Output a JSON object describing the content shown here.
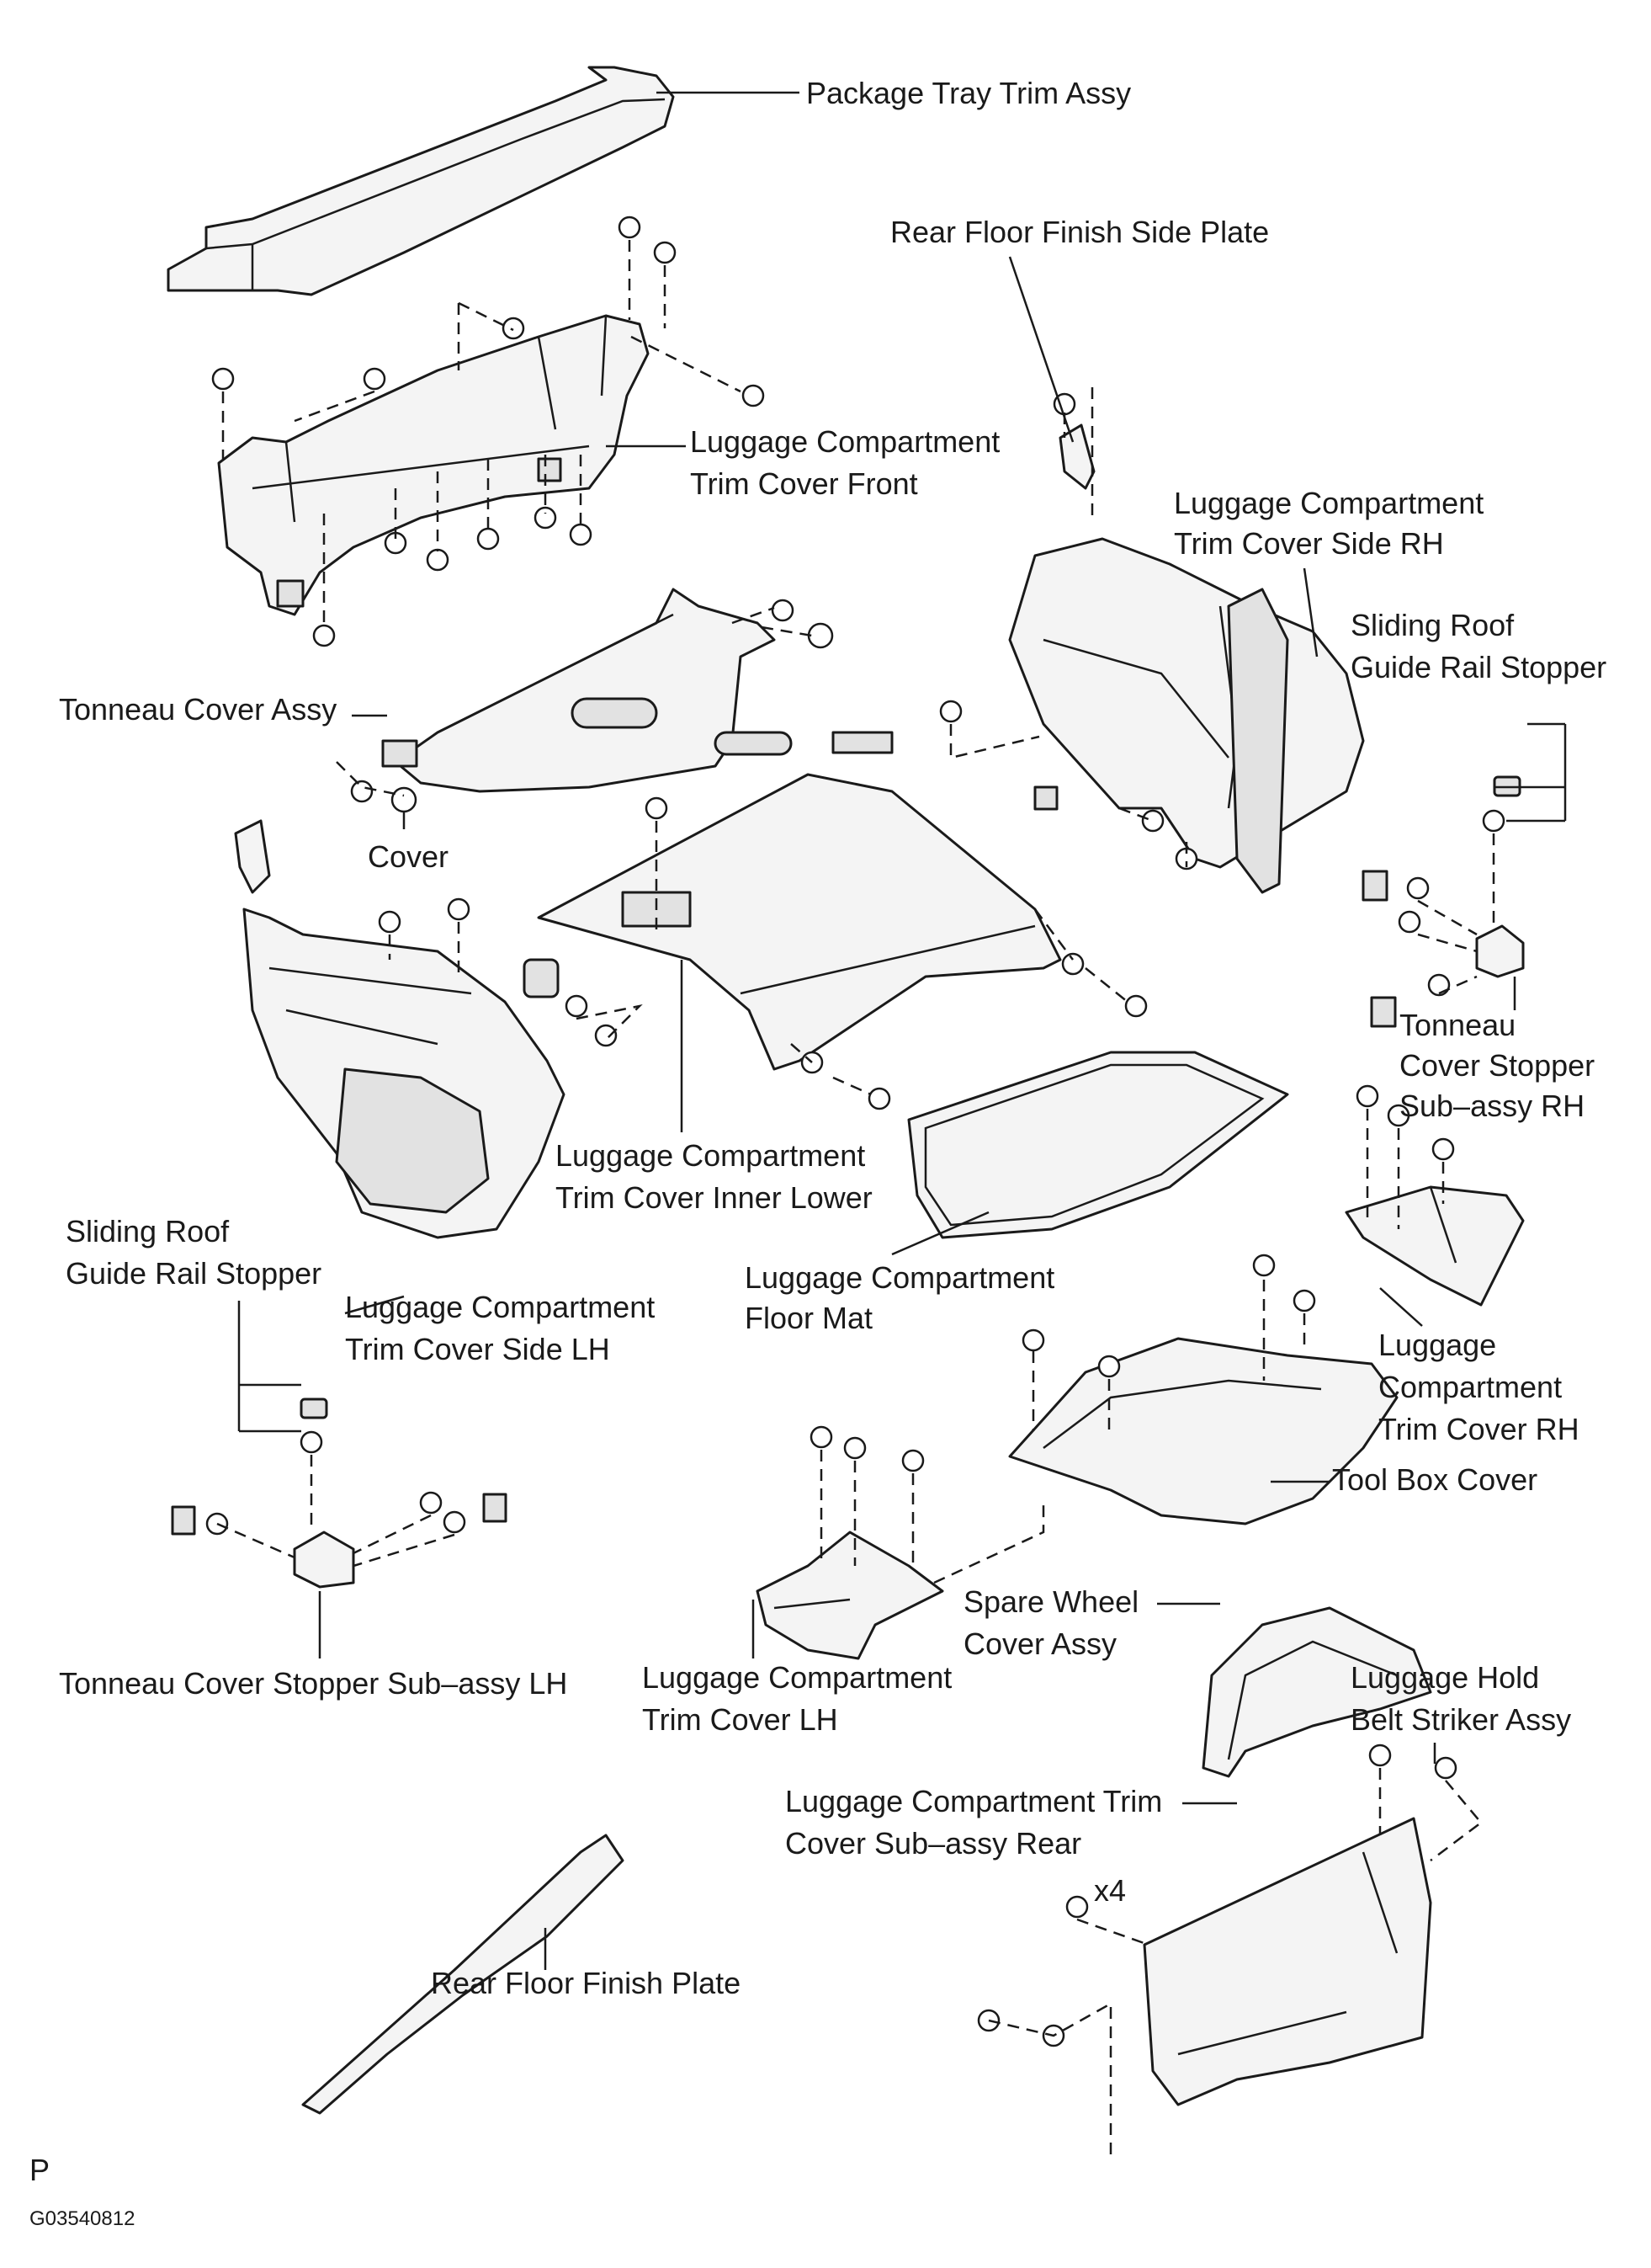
{
  "labels": {
    "package_tray_trim": "Package Tray Trim Assy",
    "rear_floor_finish_side_plate": "Rear Floor Finish Side Plate",
    "trim_cover_front_1": "Luggage Compartment",
    "trim_cover_front_2": "Trim Cover Front",
    "trim_cover_side_rh_1": "Luggage Compartment",
    "trim_cover_side_rh_2": "Trim Cover Side RH",
    "sliding_roof_stopper_rh_1": "Sliding Roof",
    "sliding_roof_stopper_rh_2": "Guide Rail Stopper",
    "tonneau_cover_assy": "Tonneau Cover Assy",
    "cover": "Cover",
    "tonneau_stopper_rh_1": "Tonneau",
    "tonneau_stopper_rh_2": "Cover Stopper",
    "tonneau_stopper_rh_3": "Sub–assy RH",
    "trim_cover_inner_lower_1": "Luggage Compartment",
    "trim_cover_inner_lower_2": "Trim Cover Inner Lower",
    "sliding_roof_stopper_lh_1": "Sliding Roof",
    "sliding_roof_stopper_lh_2": "Guide Rail Stopper",
    "trim_cover_side_lh_1": "Luggage Compartment",
    "trim_cover_side_lh_2": "Trim Cover Side LH",
    "floor_mat_1": "Luggage Compartment",
    "floor_mat_2": "Floor Mat",
    "trim_cover_rh_1": "Luggage",
    "trim_cover_rh_2": "Compartment",
    "trim_cover_rh_3": "Trim Cover RH",
    "tool_box_cover": "Tool Box Cover",
    "tonneau_stopper_lh": "Tonneau Cover Stopper Sub–assy LH",
    "trim_cover_lh_1": "Luggage Compartment",
    "trim_cover_lh_2": "Trim Cover LH",
    "spare_wheel_1": "Spare Wheel",
    "spare_wheel_2": "Cover Assy",
    "hold_belt_striker_1": "Luggage Hold",
    "hold_belt_striker_2": "Belt Striker Assy",
    "trim_cover_rear_1": "Luggage Compartment Trim",
    "trim_cover_rear_2": "Cover Sub–assy Rear",
    "qty_x4": "x4",
    "rear_floor_finish_plate": "Rear Floor Finish Plate"
  },
  "footer": {
    "mark": "P",
    "code": "G03540812"
  }
}
